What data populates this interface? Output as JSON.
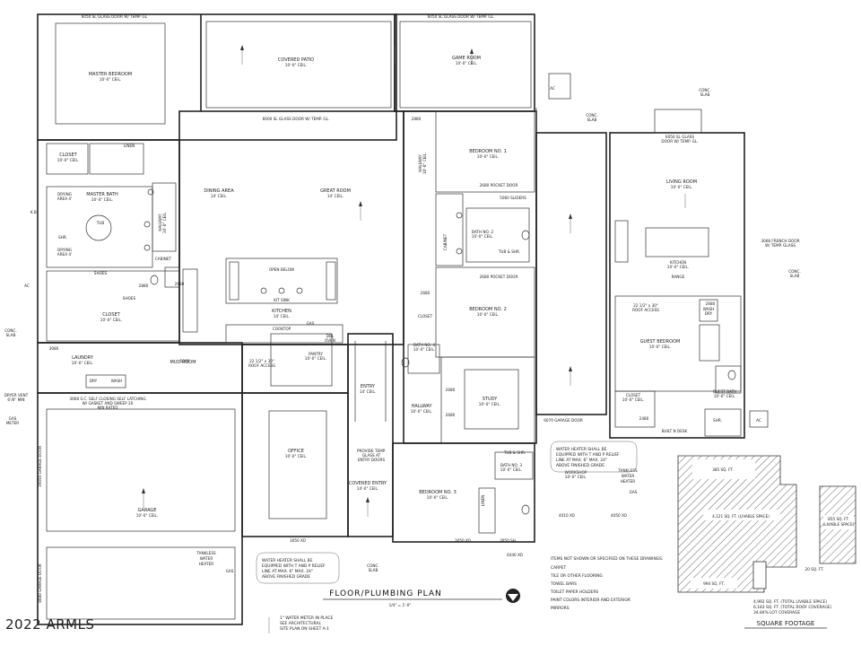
{
  "sheet": {
    "title": "FLOOR/PLUMBING PLAN",
    "scale": "1/4\" = 1'-0\"",
    "copyright": "2022 ARMLS"
  },
  "rooms": {
    "master_bedroom": [
      "MASTER BEDROOM",
      "10'-0\" CEIL."
    ],
    "covered_patio": [
      "COVERED PATIO",
      "10'-0\" CEIL."
    ],
    "game_room": [
      "GAME ROOM",
      "10'-0\" CEIL."
    ],
    "bedroom1": [
      "BEDROOM NO. 1",
      "10'-0\" CEIL."
    ],
    "bedroom2": [
      "BEDROOM NO. 2",
      "10'-0\" CEIL."
    ],
    "bedroom3": [
      "BEDROOM NO. 3",
      "10'-0\" CEIL."
    ],
    "dining": [
      "DINING AREA",
      "14' CEIL."
    ],
    "great_room": [
      "GREAT ROOM",
      "14' CEIL."
    ],
    "kitchen": [
      "KITCHEN",
      "14' CEIL."
    ],
    "study": [
      "STUDY",
      "10'-0\" CEIL."
    ],
    "office": [
      "OFFICE",
      "10'-0\" CEIL."
    ],
    "garage": [
      "GARAGE",
      "10'-0\" CEIL."
    ],
    "closet_master": [
      "CLOSET",
      "10'-0\" CEIL."
    ],
    "closet_small": [
      "CLOSET",
      "10'-0\" CEIL."
    ],
    "master_bath": [
      "MASTER BATH",
      "10'-0\" CEIL."
    ],
    "laundry": [
      "LAUNDRY",
      "10'-0\" CEIL."
    ],
    "mud_room": "MUD ROOM",
    "entry": [
      "ENTRY",
      "14' CEIL."
    ],
    "covered_entry": [
      "COVERED ENTRY",
      "14'-0\" CEIL."
    ],
    "hallway1": [
      "HALLWAY",
      "10'-0\" CEIL."
    ],
    "hallway2": [
      "HALLWAY",
      "10'-0\" CEIL."
    ],
    "hallway3": [
      "HALLWAY",
      "10'-0\" CEIL."
    ],
    "bath2": [
      "BATH NO. 2",
      "10'-0\" CEIL."
    ],
    "bath3": [
      "BATH NO. 3",
      "10'-0\" CEIL."
    ],
    "bath4": [
      "BATH NO. 4",
      "10'-0\" CEIL."
    ],
    "pantry": [
      "PANTRY",
      "10'-0\" CEIL."
    ],
    "living_room": [
      "LIVING ROOM",
      "10'-0\" CEIL."
    ],
    "guest_kitchen": [
      "KITCHEN",
      "10'-0\" CEIL."
    ],
    "guest_bedroom": [
      "GUEST BEDROOM",
      "10'-0\" CEIL."
    ],
    "guest_bath": [
      "GUEST BATH",
      "10'-0\" CEIL."
    ],
    "guest_closet": [
      "CLOSET",
      "10'-0\" CEIL."
    ],
    "workshop": [
      "WORKSHOP",
      "10'-0\" CEIL."
    ],
    "drying1": [
      "DRYING",
      "AREA 4'"
    ],
    "drying2": [
      "DRYING",
      "AREA 4'"
    ],
    "linen": "LINEN",
    "cabinet": "CABINET",
    "open_below": "OPEN BELOW",
    "kit_sink": "KIT SINK",
    "cooktop": "COOKTOP",
    "dbl_oven": [
      "DBL",
      "OVEN"
    ],
    "range": "RANGE",
    "built_n_desk": "BUILT N DESK",
    "ac": "AC"
  },
  "labels": {
    "slider_master": "6050 SL GLASS DOOR W/ TEMP. GL.",
    "slider_game": "6050 SL GLASS DOOR W/ TEMP. GL.",
    "slider_great": "6000 SL GLASS DOOR W/ TEMP. GL.",
    "slider_guest": [
      "6050 SL GLASS",
      "DOOR W/ TEMP. GL."
    ],
    "french_door": [
      "3068 FRENCH DOOR",
      "W/ TEMP. GLASS"
    ],
    "pocket1": "2680 POCKET DOOR",
    "pocket2": "2680 POCKET DOOR",
    "sliders": "5060 SLIDERS",
    "garage_door_note": [
      "3068 S.C. SELF CLOSING SELF LATCHING",
      "W/ GASKET AND SWEEP 20",
      "MIN RATED"
    ],
    "roof_access1": [
      "22 1/2\" x 30\"",
      "ROOF ACCESS"
    ],
    "roof_access2": [
      "22 1/2\" x 30\"",
      "ROOF ACCESS"
    ],
    "garage_door1": "16050 GARAGE DOOR",
    "garage_door2": "8080 GARAGE DOOR",
    "garage_door3": "6070 GARAGE DOOR",
    "conc_slab": [
      "CONC.",
      "SLAB"
    ],
    "tankless1": [
      "TANKLESS",
      "WATER",
      "HEATER"
    ],
    "tankless2": [
      "TANKLESS",
      "WATER",
      "HEATER"
    ],
    "gas": "GAS",
    "gas_meter": [
      "GAS",
      "METER"
    ],
    "dryer_vent": [
      "DRYER VENT",
      "6'/6\" MIN"
    ],
    "provide_temp": [
      "PROVIDE TEMP.",
      "GLASS AT",
      "ENTRY DOORS"
    ],
    "whn1": [
      "WATER HEATER SHALL BE",
      "EQUIPPED WITH T AND P RELIEF",
      "LINE AT MAX. 6\" MAX. 24\"",
      "ABOVE FINISHED GRADE"
    ],
    "whn2": [
      "WATER HEATER SHALL BE",
      "EQUIPPED WITH T AND P RELIEF",
      "LINE AT MAX. 6\" MAX. 24\"",
      "ABOVE FINISHED GRADE"
    ],
    "meter_note": [
      "1\" WATER METER IN PLACE",
      "SEE ARCHITECTURAL",
      "SITE PLAN ON SHEET A-1"
    ],
    "tub_shr": "TUB & SHR.",
    "shr": "SHR.",
    "tub": "TUB",
    "kb": "K.B.",
    "dry": "DRY",
    "wash": "WASH",
    "shoes": "SHOES",
    "wash_dry": [
      "WASH",
      "DRY"
    ]
  },
  "dimensions": [
    "2880",
    "2680",
    "3050 XO",
    "4010 XO",
    "5060",
    "3080",
    "3050 SH",
    "4050 XO",
    "2880",
    "2680",
    "2680",
    "2680",
    "2480",
    "2680",
    "3050 XO",
    "4040 XO"
  ],
  "notes": {
    "heading": "ITEMS NOT SHOWN OR SPECIFIED ON THESE DRAWINGS:",
    "items": [
      "CARPET",
      "TILE OR OTHER FLOORING",
      "TOWEL BARS",
      "TOILET PAPER HOLDERS",
      "PAINT COLORS INTERIOR AND EXTERIOR",
      "MIRRORS"
    ]
  },
  "square_footage": {
    "title": "SQUARE FOOTAGE",
    "livable_main": [
      "4,121 SQ. FT. (LIVABLE SPACE)"
    ],
    "livable_guest": [
      "855 SQ. FT.",
      "(LIVABLE SPACE)"
    ],
    "patio": "385 SQ. FT.",
    "garage": "994 SQ. FT.",
    "entry": "20 SQ. FT.",
    "totals": [
      "4,992 SQ. FT. (TOTAL LIVABLE SPACE)",
      "6,183 SQ. FT. (TOTAL ROOF COVERAGE)",
      "34.84% LOT COVERAGE"
    ]
  }
}
